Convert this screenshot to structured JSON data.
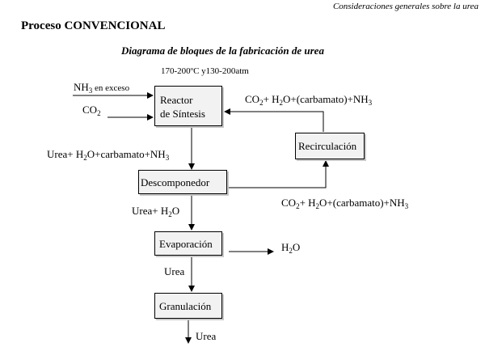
{
  "header_note": "Consideraciones generales sobre la urea",
  "title": "Proceso CONVENCIONAL",
  "subtitle": "Diagrama de bloques de la fabricación de urea",
  "conditions": "170-200ºC y130-200atm",
  "inputs": {
    "nh3": {
      "base": "NH",
      "sub": "3",
      "suffix": " en exceso"
    },
    "co2": {
      "base": "CO",
      "sub": "2"
    }
  },
  "blocks": {
    "reactor": {
      "line1": "Reactor",
      "line2": "de Síntesis"
    },
    "recirculacion": "Recirculación",
    "descomponedor": "Descomponedor",
    "evaporacion": "Evaporación",
    "granulacion": "Granulación"
  },
  "streams": {
    "recycle_top": {
      "p1": "CO",
      "s1": "2",
      "p2": "+ H",
      "s2": "2",
      "p3": "O+(carbamato)+NH",
      "s3": "3"
    },
    "reactor_out": {
      "p1": "Urea+ H",
      "s1": "2",
      "p2": "O+carbamato+NH",
      "s2": "3"
    },
    "decomp_out": {
      "p1": "CO",
      "s1": "2",
      "p2": "+ H",
      "s2": "2",
      "p3": "O+(carbamato)+NH",
      "s3": "3"
    },
    "to_evap": {
      "p1": "Urea+ H",
      "s1": "2",
      "p2": "O"
    },
    "water": {
      "p1": "H",
      "s1": "2",
      "p2": "O"
    },
    "to_gran": "Urea",
    "product": "Urea"
  }
}
